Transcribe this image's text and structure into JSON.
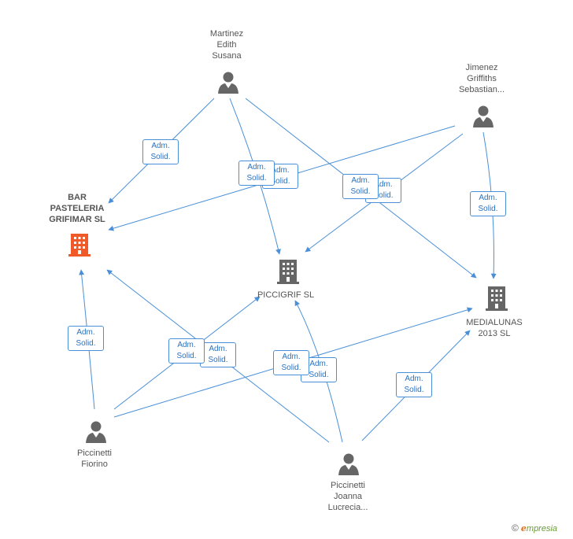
{
  "persons": [
    {
      "id": "martinez",
      "lines": [
        "Martinez",
        "Edith",
        "Susana"
      ]
    },
    {
      "id": "jimenez",
      "lines": [
        "Jimenez",
        "Griffiths",
        "Sebastian..."
      ]
    },
    {
      "id": "fiorino",
      "lines": [
        "Piccinetti",
        "Fiorino"
      ]
    },
    {
      "id": "joanna",
      "lines": [
        "Piccinetti",
        "Joanna",
        "Lucrecia..."
      ]
    }
  ],
  "companies": [
    {
      "id": "bar",
      "lines": [
        "BAR",
        "PASTELERIA",
        "GRIFIMAR SL"
      ],
      "color": "#f05a28"
    },
    {
      "id": "piccigrif",
      "lines": [
        "PICCIGRIF SL"
      ],
      "color": "#666666"
    },
    {
      "id": "medialunas",
      "lines": [
        "MEDIALUNAS",
        "2013 SL"
      ],
      "color": "#666666"
    }
  ],
  "badge_text": [
    "Adm.",
    "Solid."
  ],
  "footer": {
    "copyright": "©",
    "brand_initial": "e",
    "brand_rest": "mpresia"
  },
  "colors": {
    "edge": "#4a90d9",
    "person_icon": "#666666",
    "badge_border": "#4a90d9"
  }
}
